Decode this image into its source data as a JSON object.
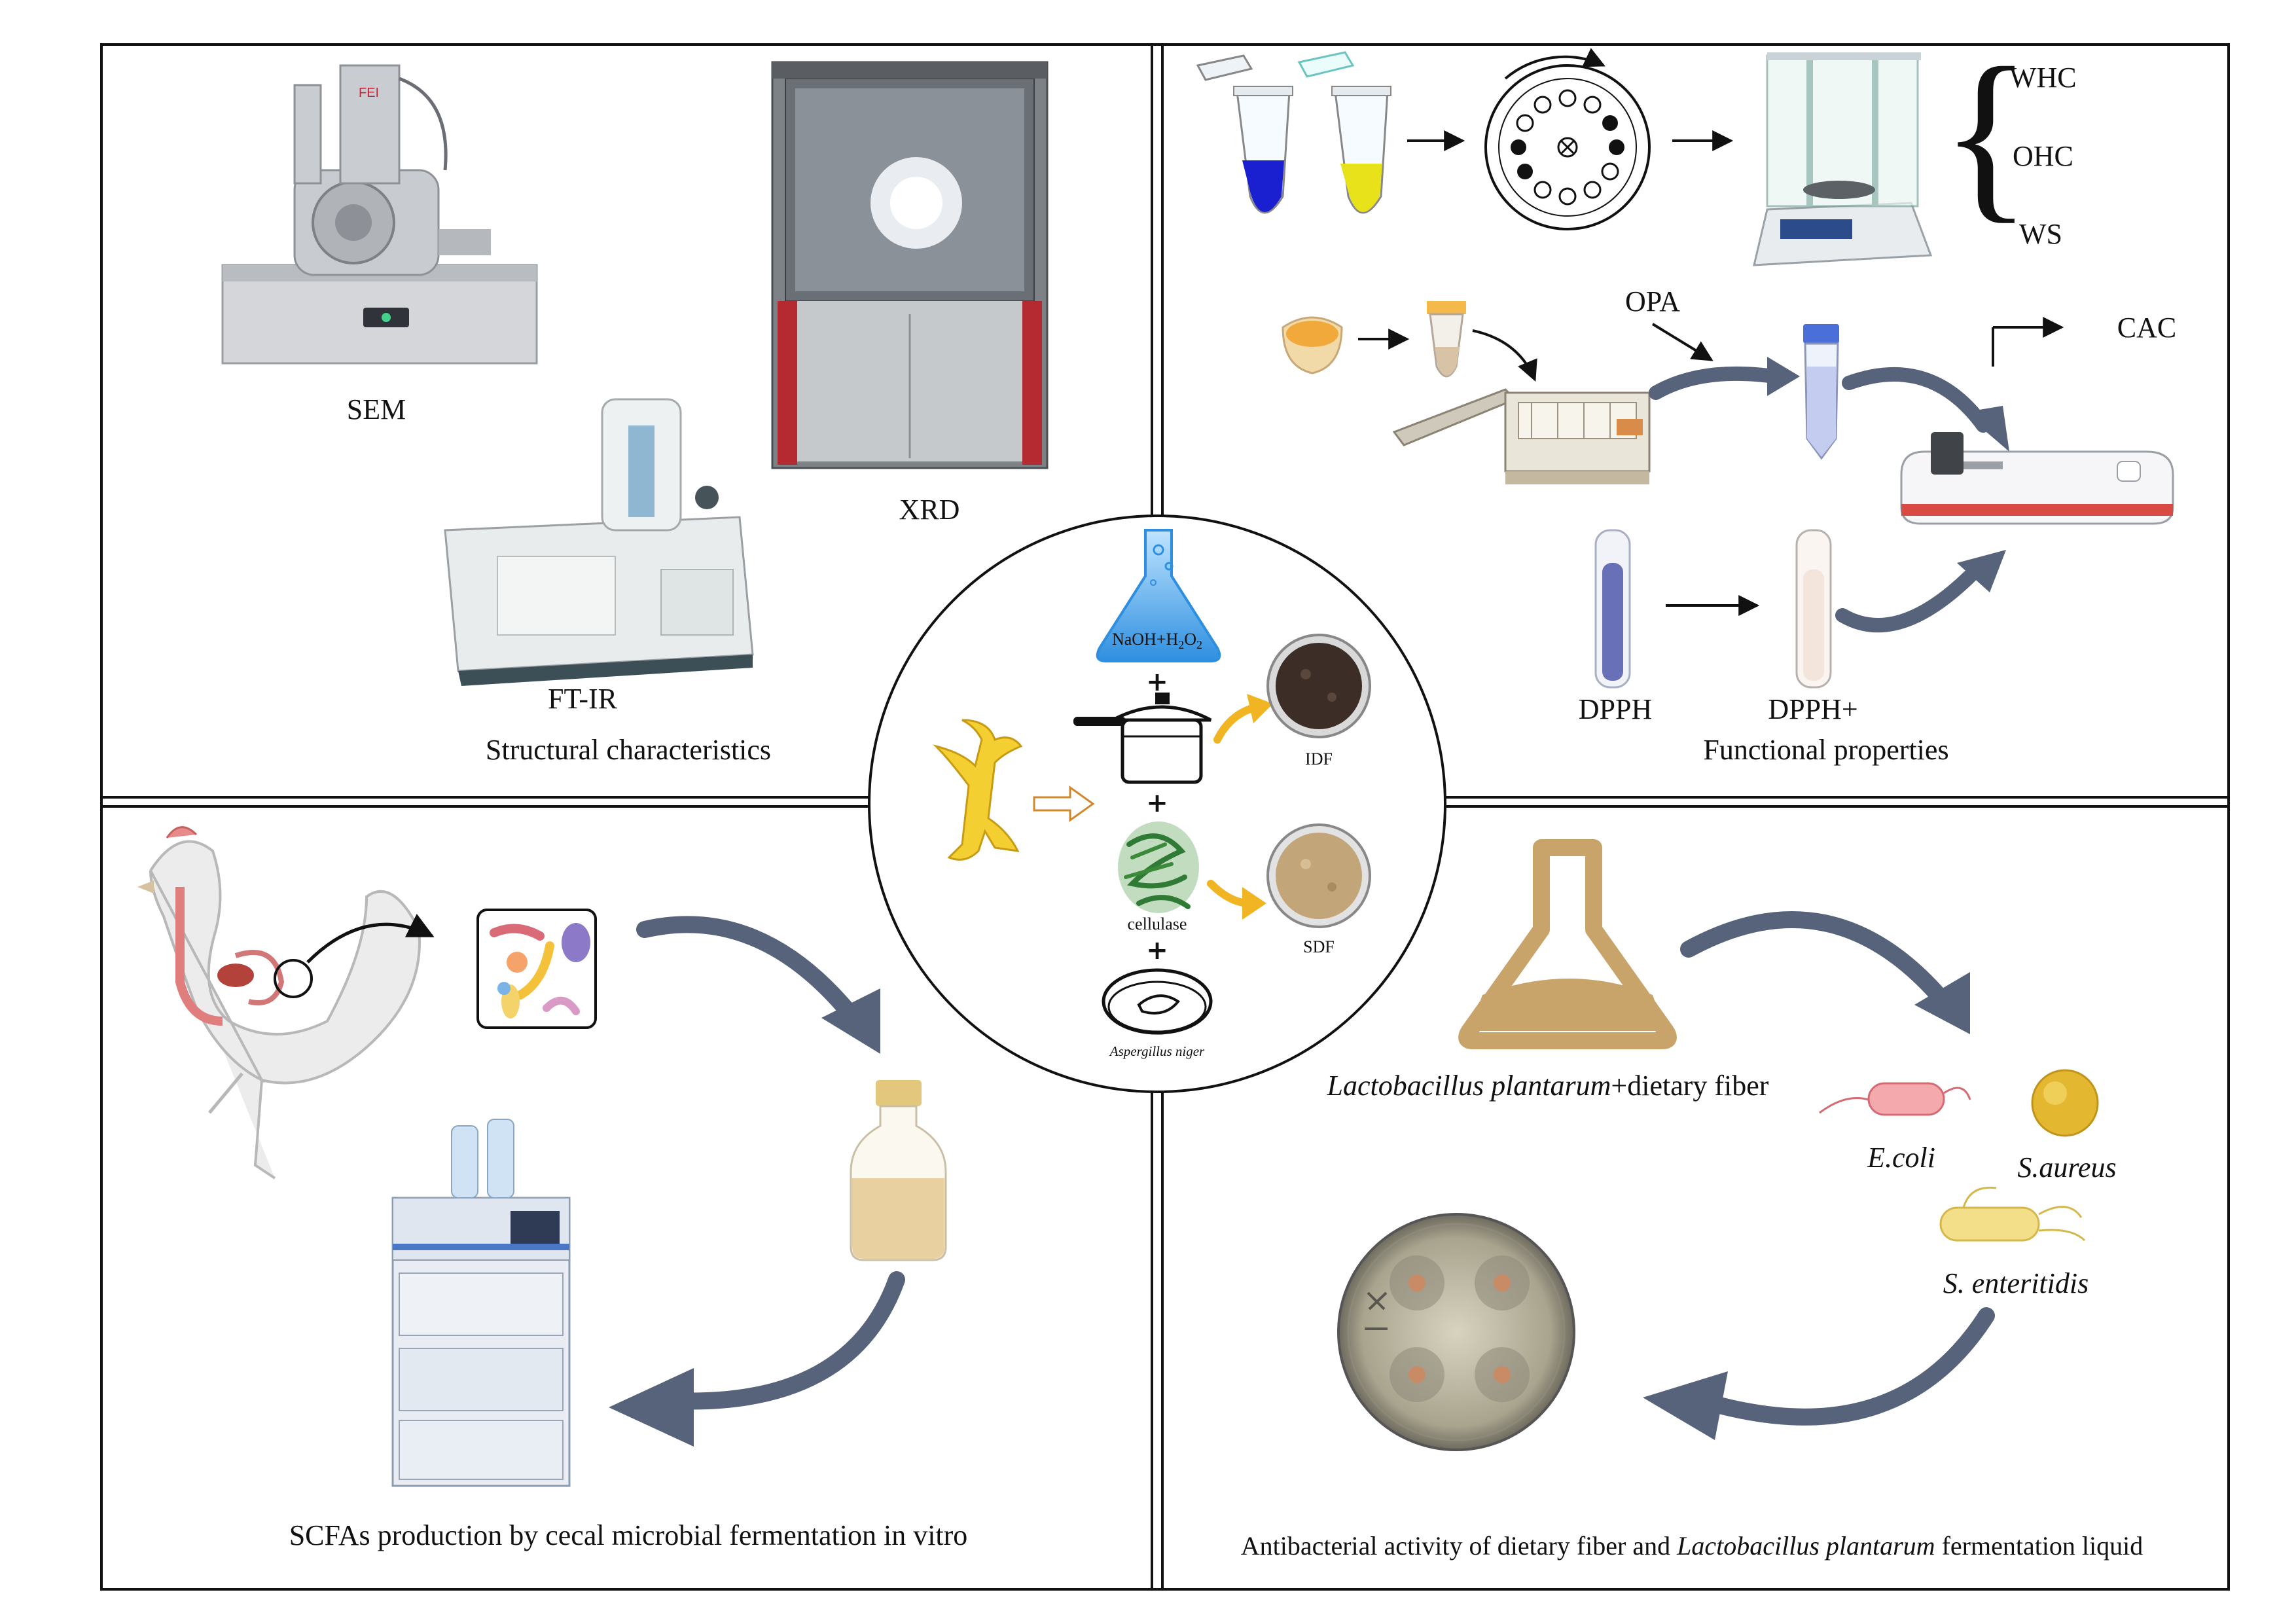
{
  "panels": {
    "structural": {
      "caption": "Structural characteristics",
      "instruments": {
        "sem": "SEM",
        "xrd": "XRD",
        "ftir": "FT-IR"
      }
    },
    "functional": {
      "caption": "Functional properties",
      "measures": {
        "whc": "WHC",
        "ohc": "OHC",
        "ws": "WS"
      },
      "opa": "OPA",
      "cac": "CAC",
      "dpph": "DPPH",
      "dpph_plus": "DPPH+"
    },
    "center": {
      "reagent": "NaOH+H2O2",
      "idf": "IDF",
      "sdf": "SDF",
      "cellulase": "cellulase",
      "fungus": "Aspergillus niger",
      "plus": "+"
    },
    "scfa": {
      "caption": "SCFAs production by cecal microbial fermentation in vitro"
    },
    "antibacterial": {
      "combo_italic": "Lactobacillus plantarum",
      "combo_rest": "+dietary fiber",
      "bacteria": {
        "ecoli": "E.coli",
        "saureus": "S.aureus",
        "senteritidis": "S. enteritidis"
      },
      "caption_part1": "Antibacterial activity of dietary fiber and",
      "caption_italic": "Lactobacillus plantarum",
      "caption_part2": "fermentation liquid"
    }
  },
  "colors": {
    "arrow": "#56637a",
    "blue_tube": "#1a1fd0",
    "yellow_tube": "#e8e21a",
    "flask_gold": "#c9a46a",
    "border": "#111111"
  }
}
